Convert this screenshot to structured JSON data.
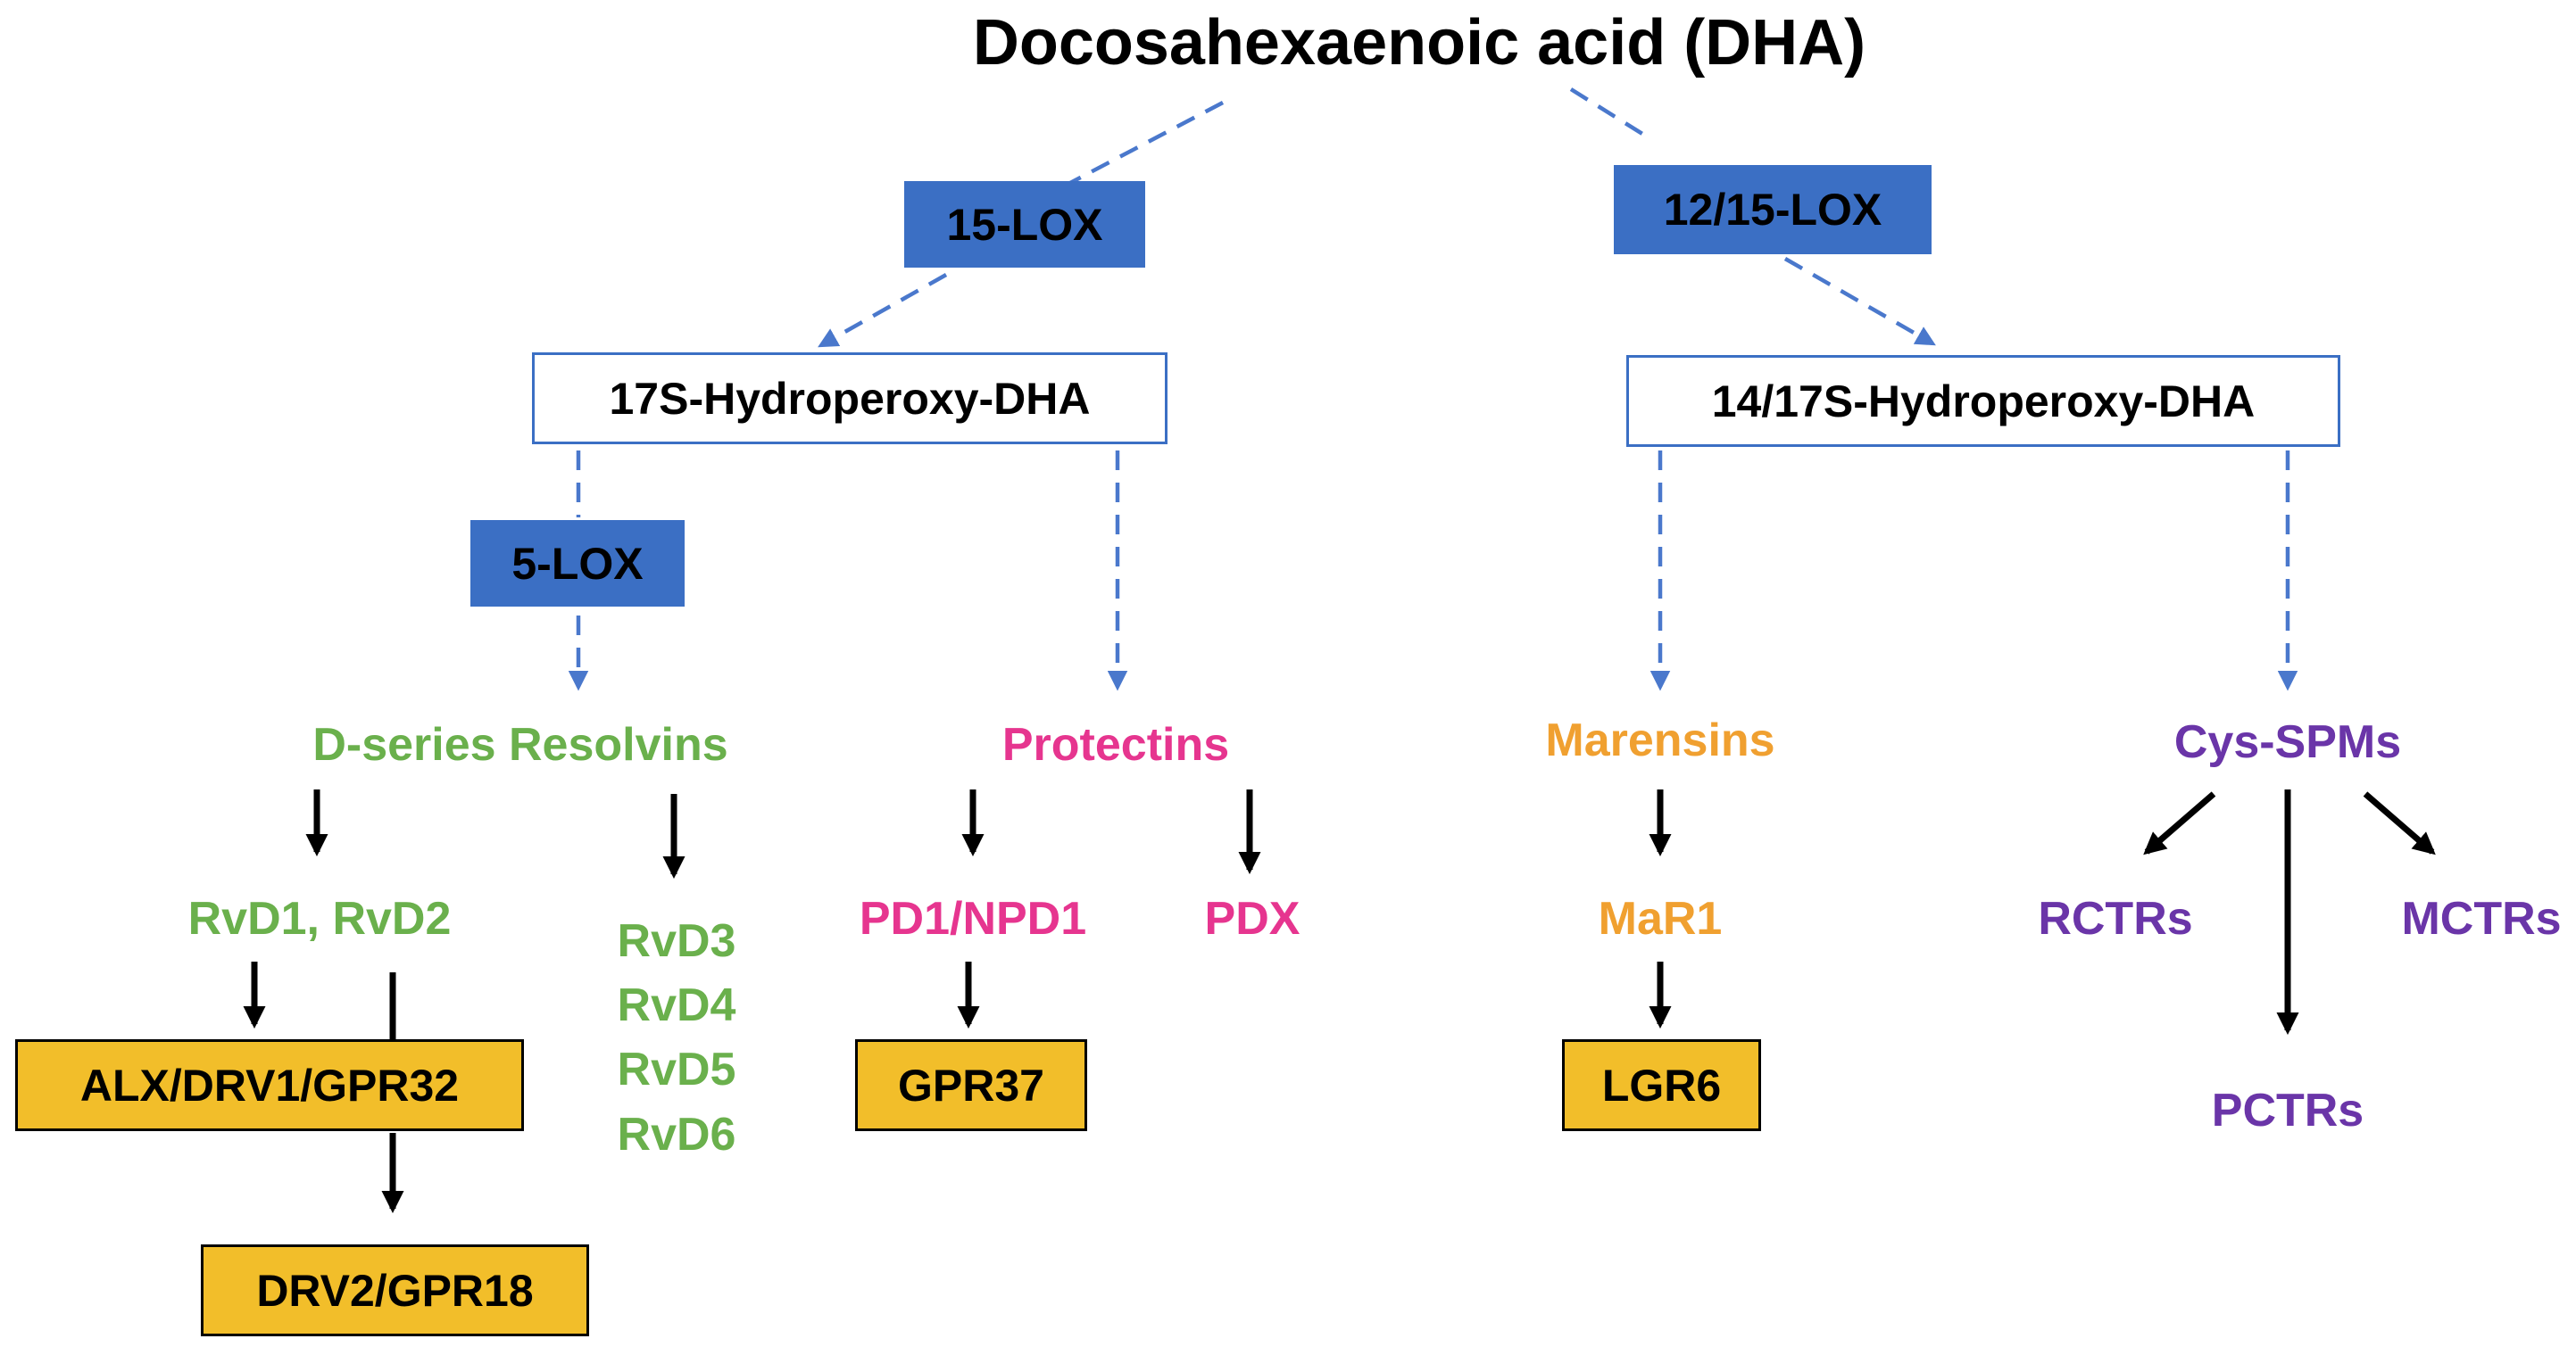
{
  "title": "Docosahexaenoic acid (DHA)",
  "enzymes": {
    "lox15": "15-LOX",
    "lox1215": "12/15-LOX",
    "lox5": "5-LOX"
  },
  "intermediates": {
    "hp17s": "17S-Hydroperoxy-DHA",
    "hp1417s": "14/17S-Hydroperoxy-DHA"
  },
  "families": {
    "dseries": "D-series Resolvins",
    "protectins": "Protectins",
    "maresins": "Marensins",
    "cysspms": "Cys-SPMs"
  },
  "products": {
    "rvd12": "RvD1, RvD2",
    "rvd3": "RvD3",
    "rvd4": "RvD4",
    "rvd5": "RvD5",
    "rvd6": "RvD6",
    "pd1": "PD1/NPD1",
    "pdx": "PDX",
    "mar1": "MaR1",
    "rctrs": "RCTRs",
    "mctrs": "MCTRs",
    "pctrs": "PCTRs"
  },
  "receptors": {
    "alx": "ALX/DRV1/GPR32",
    "drv2": "DRV2/GPR18",
    "gpr37": "GPR37",
    "lgr6": "LGR6"
  },
  "colors": {
    "enzyme": "#3b6fc4",
    "receptor": "#f2be2a",
    "dseries": "#6ab04c",
    "protectins": "#e6358f",
    "maresins": "#f0a030",
    "cysspms": "#6a35a8"
  }
}
